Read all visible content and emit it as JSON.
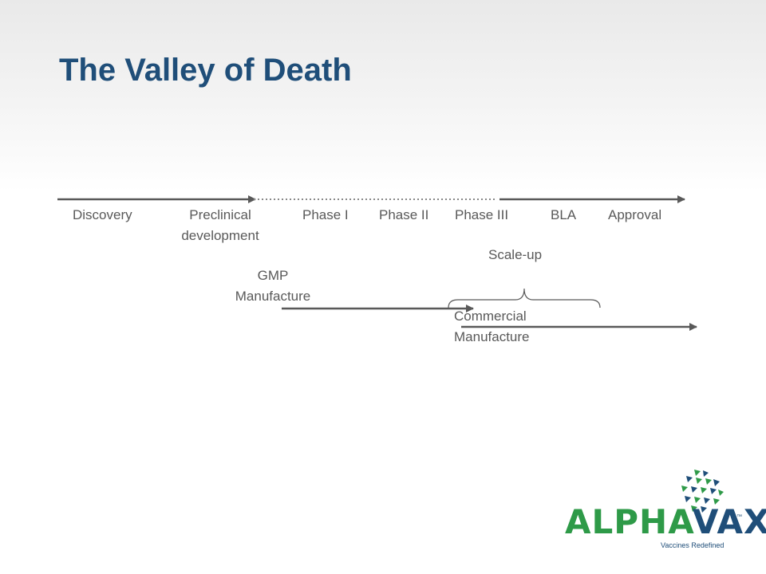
{
  "title": "The Valley of Death",
  "stages": [
    "Discovery",
    "Preclinical",
    "development",
    "Phase I",
    "Phase II",
    "Phase III",
    "BLA",
    "Approval"
  ],
  "scale_up": "Scale-up",
  "gmp_manufacture": [
    "GMP",
    "Manufacture"
  ],
  "commercial_manufacture": [
    "Commercial",
    "Manufacture"
  ],
  "logo": {
    "wordmark_part1": "ALPHA",
    "wordmark_part2": "VAX",
    "trademark": "™",
    "tagline": "Vaccines Redefined"
  },
  "colors": {
    "title": "#1f4e79",
    "arrow": "#595959",
    "text": "#595959",
    "logo_green": "#2e9a48",
    "logo_blue": "#1f4e79"
  }
}
